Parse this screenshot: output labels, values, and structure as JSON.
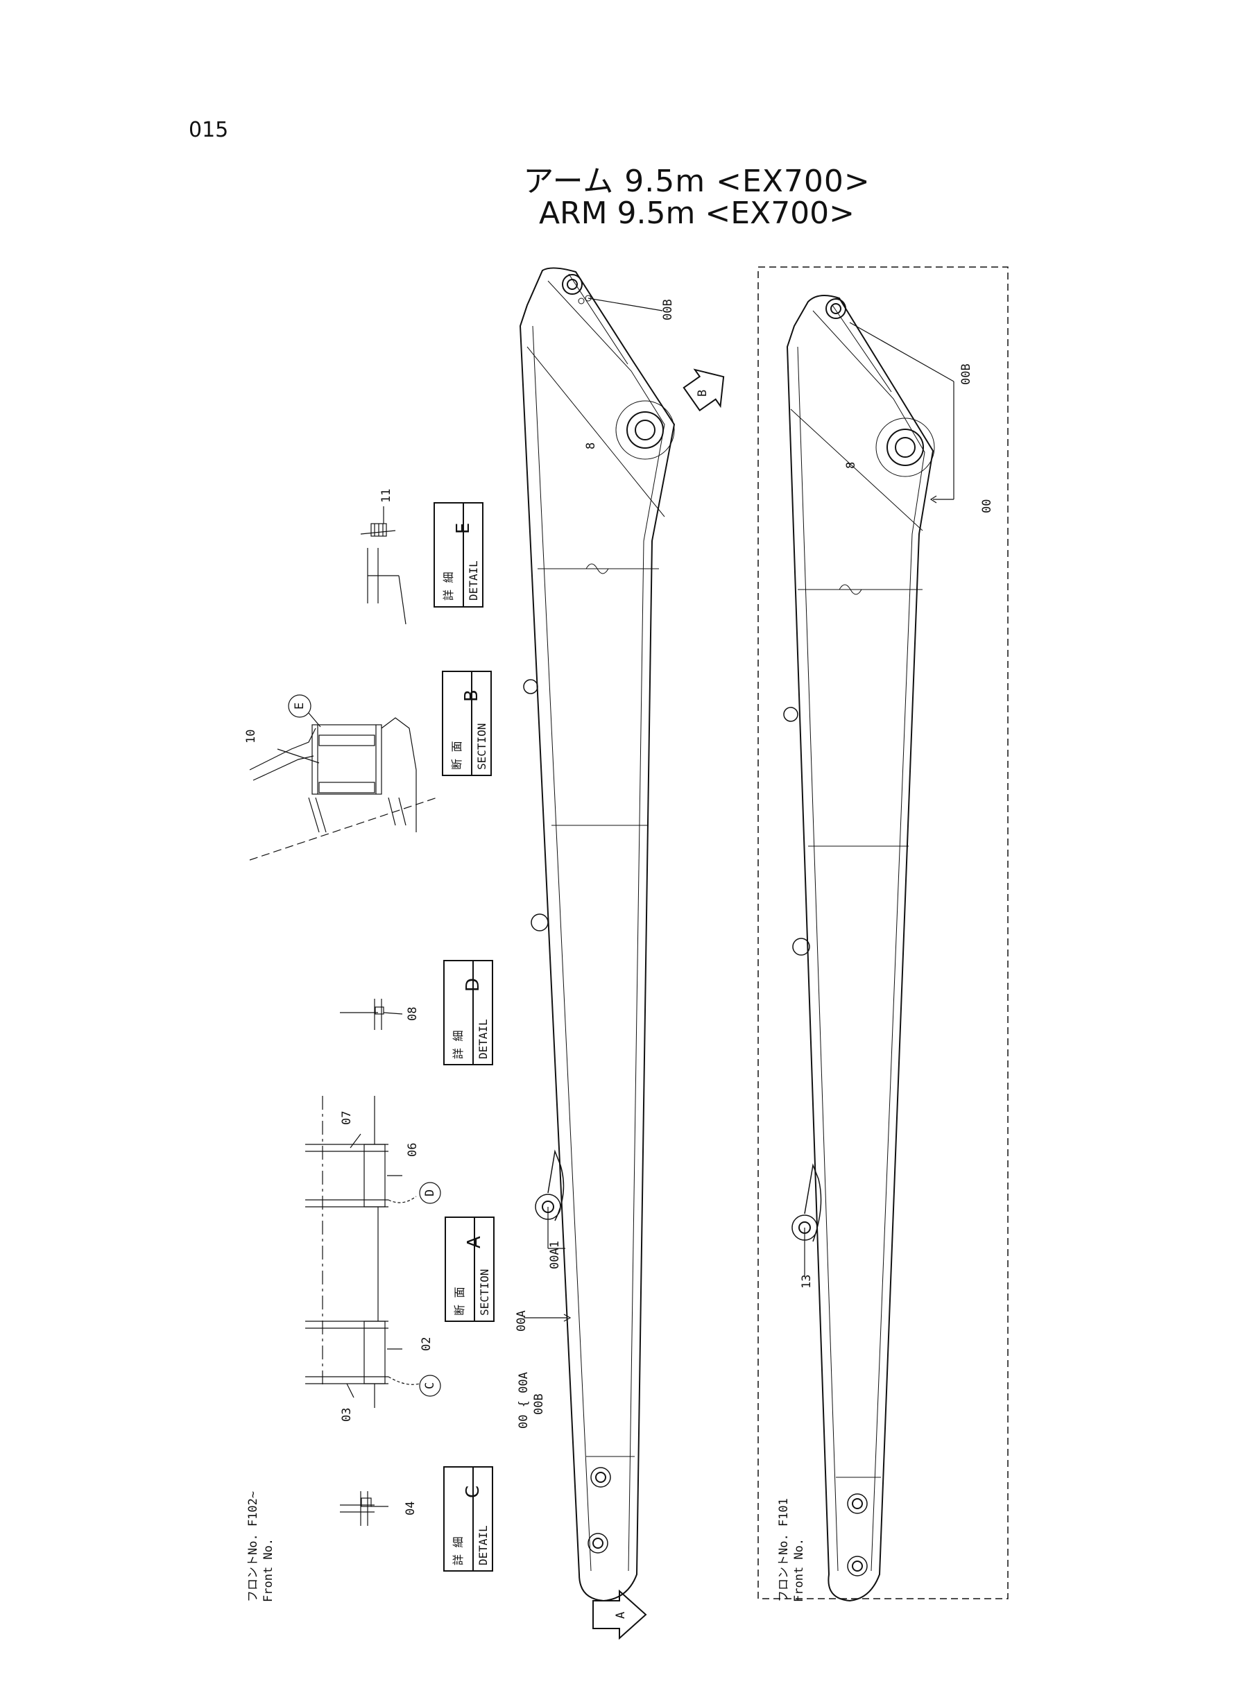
{
  "page_number": "015",
  "title_jp": "アーム 9.5m <EX700>",
  "title_en": "ARM 9.5m <EX700>",
  "callouts": {
    "c00B_left": "00B",
    "c00B_right": "00B",
    "c00_right": "00",
    "c00A1": "00A1",
    "c00A": "00A",
    "c00_brace": "00 { 00A",
    "c00B_brace": "00B",
    "c13": "13",
    "c11": "11",
    "c10": "10",
    "c08": "08",
    "c07": "07",
    "c06": "06",
    "c02": "02",
    "c03": "03",
    "c04": "04",
    "cE": "E",
    "cD": "D",
    "cC": "C",
    "arrowA": "A",
    "arrowB": "B",
    "weld8_left": "8",
    "weld8_right": "8"
  },
  "detail_boxes": {
    "detail_e": {
      "jp": "詳 細",
      "en": "DETAIL",
      "letter": "E"
    },
    "section_b": {
      "jp": "断 面",
      "en": "SECTION",
      "letter": "B"
    },
    "detail_d": {
      "jp": "詳 細",
      "en": "DETAIL",
      "letter": "D"
    },
    "section_a": {
      "jp": "断 面",
      "en": "SECTION",
      "letter": "A"
    },
    "detail_c": {
      "jp": "詳 細",
      "en": "DETAIL",
      "letter": "C"
    }
  },
  "front_no": {
    "left_jp": "フロントNo.  F102~",
    "left_en": "Front No.",
    "right_jp": "フロントNo.  F101",
    "right_en": "Front No."
  }
}
